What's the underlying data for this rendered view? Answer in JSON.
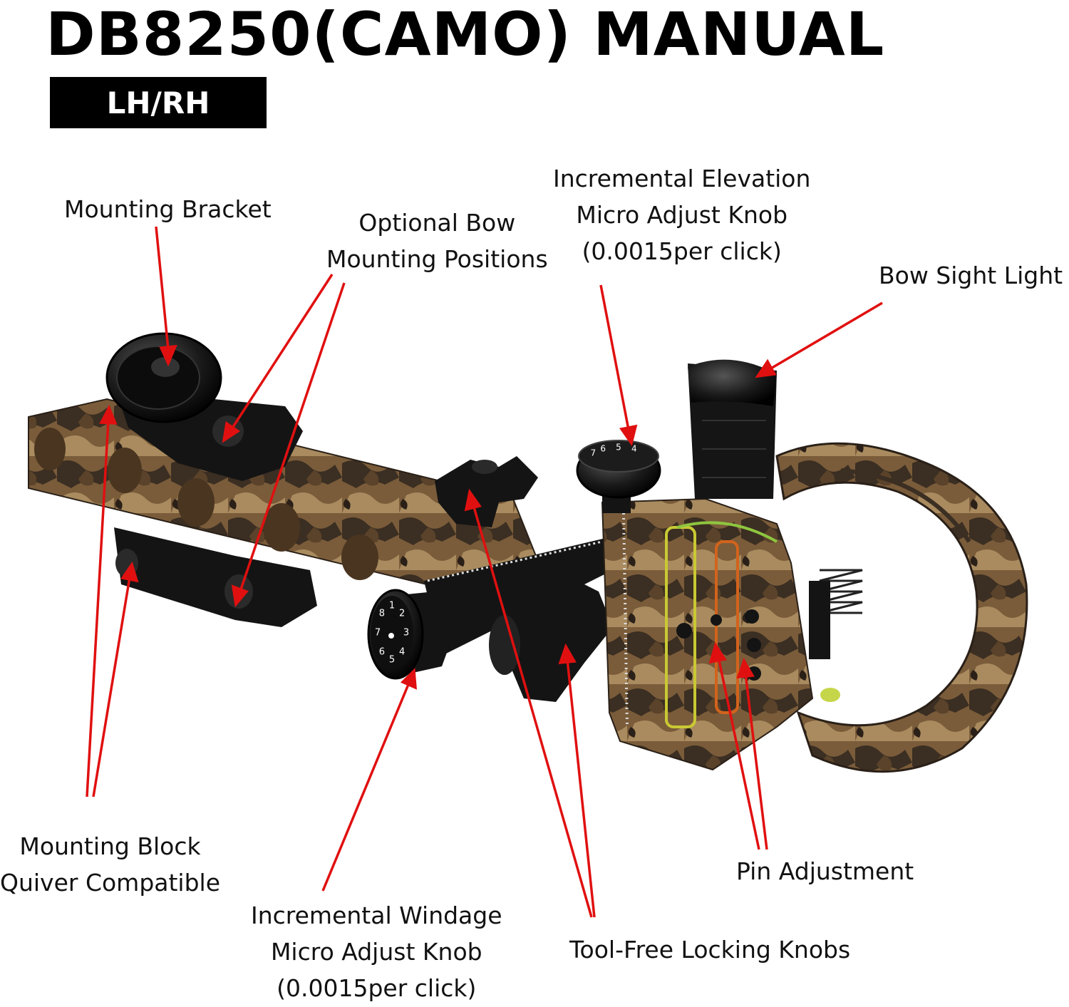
{
  "header": {
    "title": "DB8250(CAMO) MANUAL",
    "badge": "LH/RH"
  },
  "callouts": {
    "mounting_bracket": "Mounting Bracket",
    "optional_bow_line1": "Optional Bow",
    "optional_bow_line2": "Mounting Positions",
    "elevation_line1": "Incremental Elevation",
    "elevation_line2": "Micro Adjust Knob",
    "elevation_line3": "(0.0015per click)",
    "bow_sight_light": "Bow Sight Light",
    "mounting_block_line1": "Mounting Block",
    "mounting_block_line2": "Quiver Compatible",
    "windage_line1": "Incremental Windage",
    "windage_line2": "Micro Adjust Knob",
    "windage_line3": "(0.0015per click)",
    "pin_adjustment": "Pin Adjustment",
    "locking_knobs": "Tool-Free Locking Knobs"
  },
  "colors": {
    "arrow": "#e01010",
    "camo_dark": "#3b2e22",
    "camo_mid": "#7a5c3a",
    "camo_light": "#a98b5f",
    "metal_black": "#141414"
  },
  "dial_numbers": {
    "windage": [
      "1",
      "2",
      "3",
      "4",
      "5",
      "6",
      "7",
      "8"
    ],
    "elevation": [
      "7",
      "6",
      "5",
      "4"
    ]
  }
}
